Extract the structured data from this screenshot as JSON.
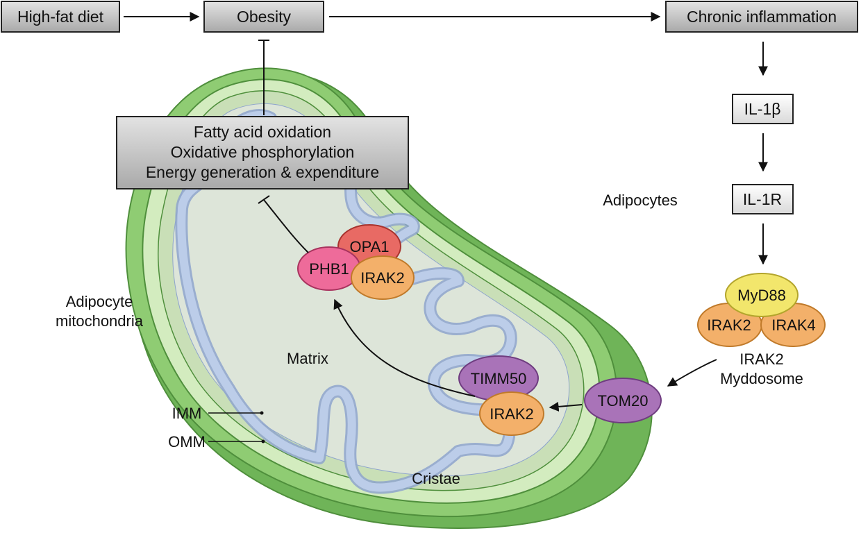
{
  "colors": {
    "box_top": "#e3e3e3",
    "box_bottom": "#a9a9a9",
    "box_light_top": "#ffffff",
    "box_light_bottom": "#d9d9d9",
    "outer_membrane": "#8fcc73",
    "outer_membrane_shadow": "#6fb458",
    "intermembrane": "#d3ecbf",
    "matrix_ring": "#c9dfb7",
    "matrix": "#dde5d9",
    "cristae_fill": "#bccde9",
    "cristae_stroke": "#8ea4cd",
    "opa1": "#e86a64",
    "phb1": "#ee6b9a",
    "irak2": "#f3b06a",
    "irak4": "#f3b06a",
    "myd88": "#f2e66c",
    "timm50": "#a973b8",
    "tom20": "#a973b8"
  },
  "boxes": {
    "diet": "High-fat diet",
    "obesity": "Obesity",
    "inflammation": "Chronic inflammation",
    "il1b": "IL-1β",
    "il1r": "IL-1R",
    "function_lines": [
      "Fatty acid oxidation",
      "Oxidative phosphorylation",
      "Energy generation & expenditure"
    ]
  },
  "proteins": {
    "opa1": "OPA1",
    "phb1": "PHB1",
    "irak2_top": "IRAK2",
    "myd88": "MyD88",
    "irak2_myddosome": "IRAK2",
    "irak4": "IRAK4",
    "tom20": "TOM20",
    "timm50": "TIMM50",
    "irak2_bottom": "IRAK2"
  },
  "labels": {
    "adipocytes": "Adipocytes",
    "mito_label": [
      "Adipocyte",
      "mitochondria"
    ],
    "myddosome": [
      "IRAK2",
      "Myddosome"
    ],
    "matrix": "Matrix",
    "cristae": "Cristae",
    "imm": "IMM",
    "omm": "OMM"
  }
}
